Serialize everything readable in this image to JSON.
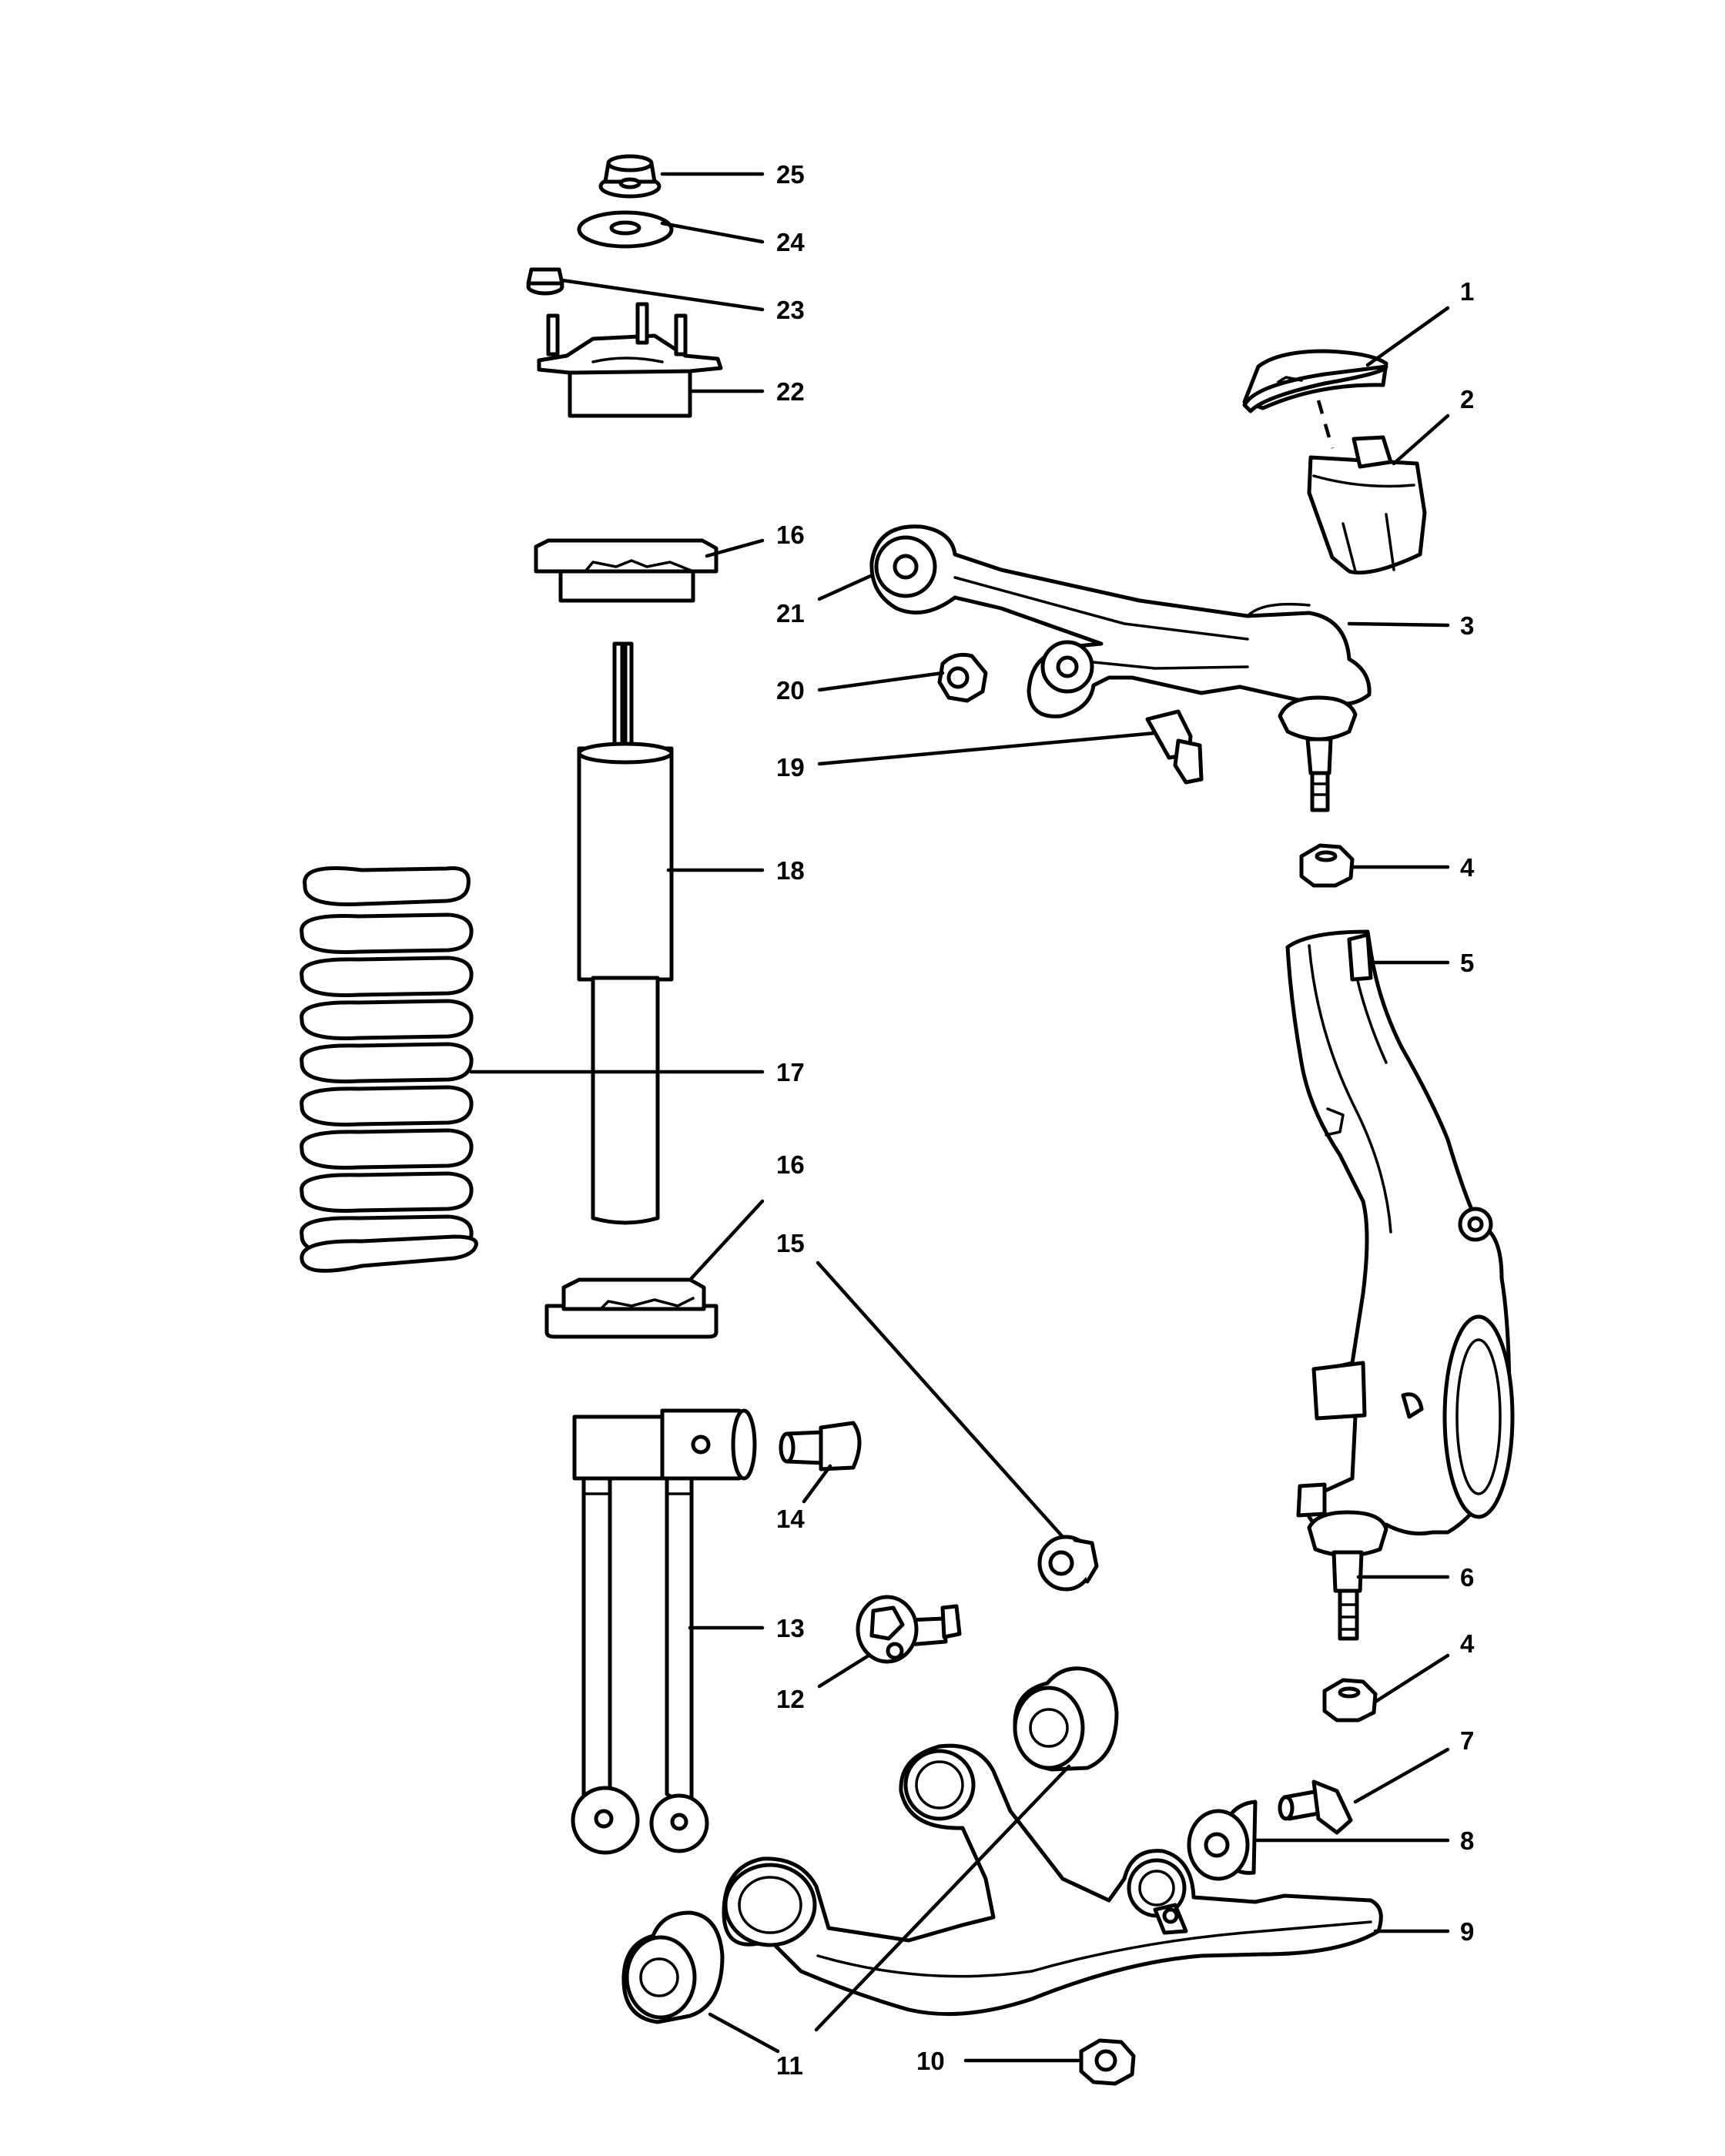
{
  "callouts": {
    "c1": "1",
    "c2": "2",
    "c3": "3",
    "c4a": "4",
    "c4b": "4",
    "c5": "5",
    "c6": "6",
    "c7": "7",
    "c8": "8",
    "c9": "9",
    "c10": "10",
    "c11": "11",
    "c12": "12",
    "c13": "13",
    "c14": "14",
    "c15": "15",
    "c16a": "16",
    "c16b": "16",
    "c17": "17",
    "c18": "18",
    "c19": "19",
    "c20": "20",
    "c21": "21",
    "c22": "22",
    "c23": "23",
    "c24": "24",
    "c25": "25"
  },
  "colors": {
    "line": "#000000",
    "background": "#ffffff"
  }
}
